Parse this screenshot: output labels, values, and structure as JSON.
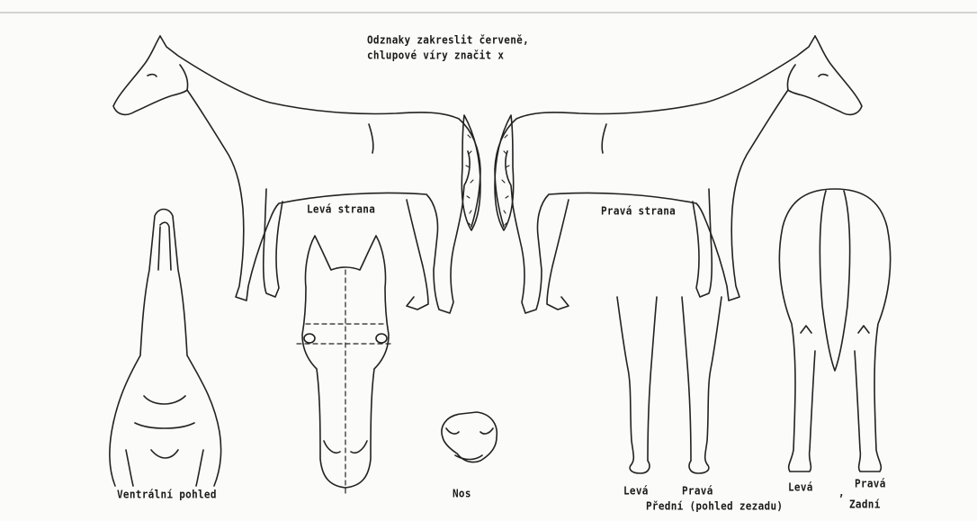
{
  "instructions": {
    "line1": "Odznaky zakreslit červeně,",
    "line2": "chlupové víry značit  x"
  },
  "views": {
    "left_side": "Levá strana",
    "right_side": "Pravá strana",
    "ventral": "Ventrální pohled",
    "nose": "Nos"
  },
  "front_legs": {
    "left": "Levá",
    "right": "Pravá",
    "caption": "Přední (pohled zezadu)"
  },
  "hind_legs": {
    "left": "Levá",
    "right": "Pravá",
    "separator": ",",
    "caption": "Zadní"
  },
  "colors": {
    "ink": "#222222",
    "paper": "#fbfbf9",
    "rule": "#d3d3d0"
  }
}
